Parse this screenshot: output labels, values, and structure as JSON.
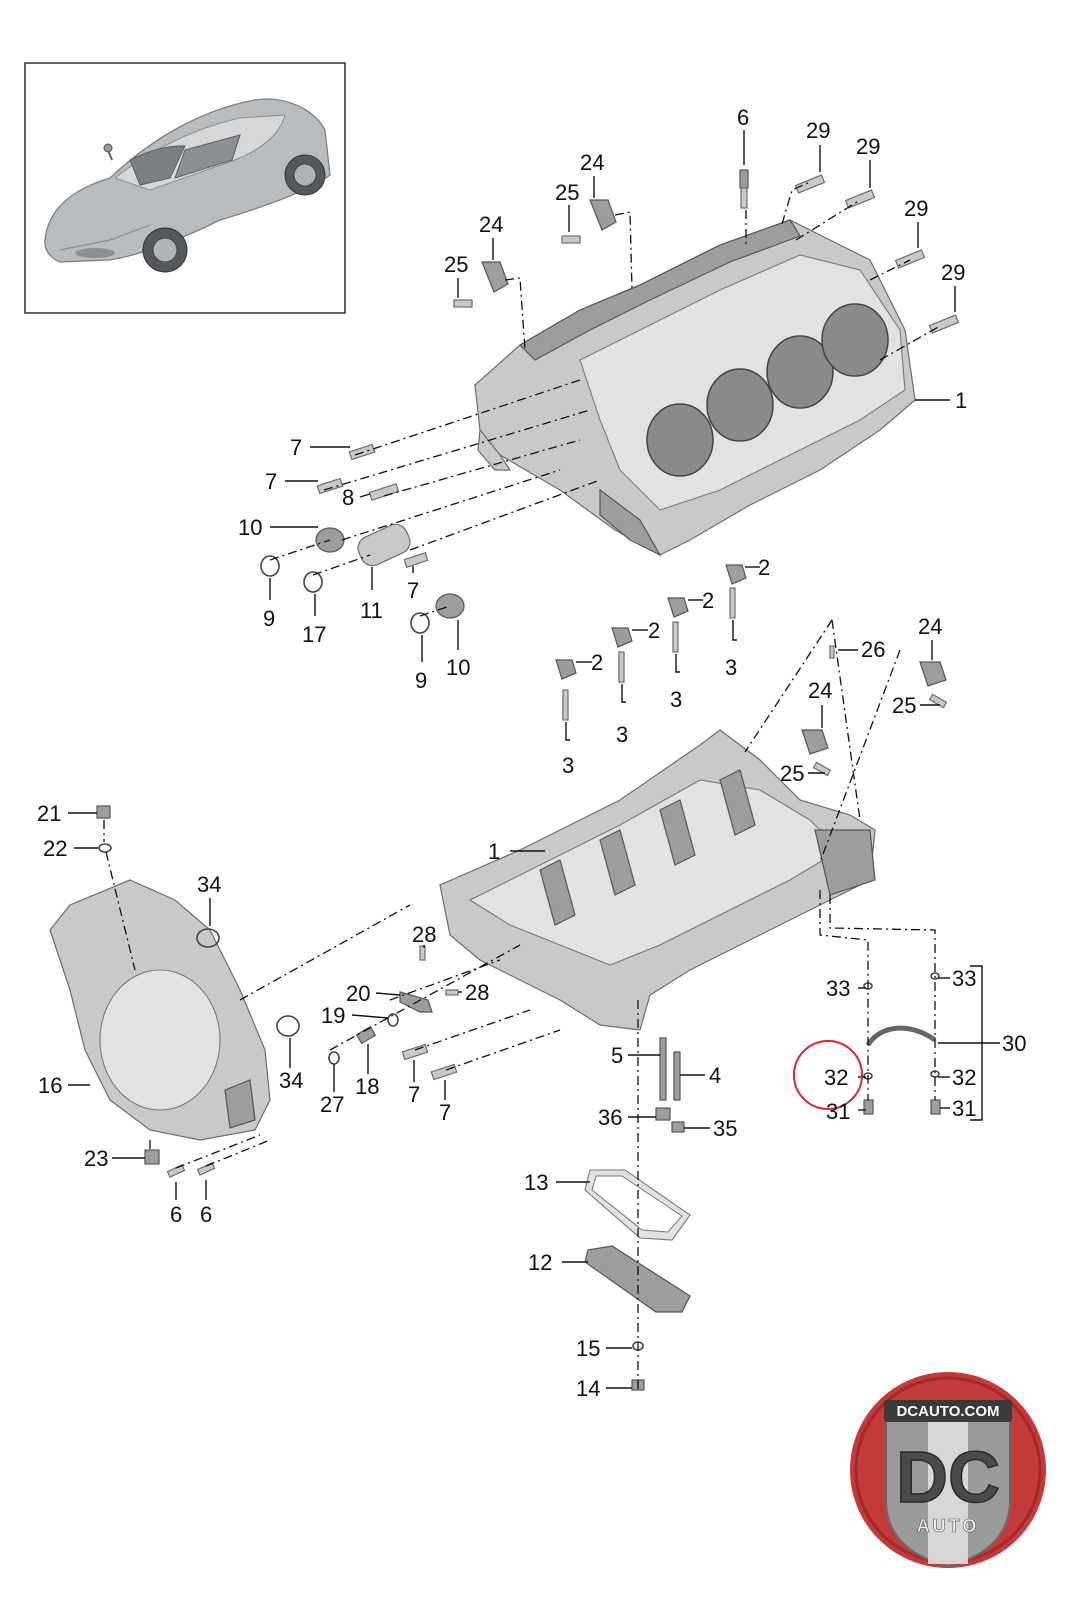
{
  "diagram": {
    "highlighted_callout": "32",
    "highlight_color": "#d9262c",
    "callouts": [
      {
        "id": "c-6-top",
        "label": "6"
      },
      {
        "id": "c-29-a",
        "label": "29"
      },
      {
        "id": "c-29-b",
        "label": "29"
      },
      {
        "id": "c-29-c",
        "label": "29"
      },
      {
        "id": "c-29-d",
        "label": "29"
      },
      {
        "id": "c-24-a",
        "label": "24"
      },
      {
        "id": "c-25-a",
        "label": "25"
      },
      {
        "id": "c-24-b",
        "label": "24"
      },
      {
        "id": "c-25-b",
        "label": "25"
      },
      {
        "id": "c-1-top",
        "label": "1"
      },
      {
        "id": "c-7-a",
        "label": "7"
      },
      {
        "id": "c-7-b",
        "label": "7"
      },
      {
        "id": "c-8",
        "label": "8"
      },
      {
        "id": "c-10-a",
        "label": "10"
      },
      {
        "id": "c-9-a",
        "label": "9"
      },
      {
        "id": "c-17",
        "label": "17"
      },
      {
        "id": "c-11",
        "label": "11"
      },
      {
        "id": "c-7-c",
        "label": "7"
      },
      {
        "id": "c-9-b",
        "label": "9"
      },
      {
        "id": "c-10-b",
        "label": "10"
      },
      {
        "id": "c-2-a",
        "label": "2"
      },
      {
        "id": "c-2-b",
        "label": "2"
      },
      {
        "id": "c-2-c",
        "label": "2"
      },
      {
        "id": "c-2-d",
        "label": "2"
      },
      {
        "id": "c-3-a",
        "label": "3"
      },
      {
        "id": "c-3-b",
        "label": "3"
      },
      {
        "id": "c-3-c",
        "label": "3"
      },
      {
        "id": "c-3-d",
        "label": "3"
      },
      {
        "id": "c-26",
        "label": "26"
      },
      {
        "id": "c-24-c",
        "label": "24"
      },
      {
        "id": "c-25-c",
        "label": "25"
      },
      {
        "id": "c-24-d",
        "label": "24"
      },
      {
        "id": "c-25-d",
        "label": "25"
      },
      {
        "id": "c-21",
        "label": "21"
      },
      {
        "id": "c-22",
        "label": "22"
      },
      {
        "id": "c-34-a",
        "label": "34"
      },
      {
        "id": "c-1-bottom",
        "label": "1"
      },
      {
        "id": "c-28-a",
        "label": "28"
      },
      {
        "id": "c-20",
        "label": "20"
      },
      {
        "id": "c-28-b",
        "label": "28"
      },
      {
        "id": "c-19",
        "label": "19"
      },
      {
        "id": "c-34-b",
        "label": "34"
      },
      {
        "id": "c-16",
        "label": "16"
      },
      {
        "id": "c-27",
        "label": "27"
      },
      {
        "id": "c-18",
        "label": "18"
      },
      {
        "id": "c-7-d",
        "label": "7"
      },
      {
        "id": "c-7-e",
        "label": "7"
      },
      {
        "id": "c-5",
        "label": "5"
      },
      {
        "id": "c-4",
        "label": "4"
      },
      {
        "id": "c-36",
        "label": "36"
      },
      {
        "id": "c-35",
        "label": "35"
      },
      {
        "id": "c-33-a",
        "label": "33"
      },
      {
        "id": "c-33-b",
        "label": "33"
      },
      {
        "id": "c-30",
        "label": "30"
      },
      {
        "id": "c-32-a",
        "label": "32"
      },
      {
        "id": "c-32-b",
        "label": "32"
      },
      {
        "id": "c-31-a",
        "label": "31"
      },
      {
        "id": "c-31-b",
        "label": "31"
      },
      {
        "id": "c-23",
        "label": "23"
      },
      {
        "id": "c-6-a",
        "label": "6"
      },
      {
        "id": "c-6-b",
        "label": "6"
      },
      {
        "id": "c-13",
        "label": "13"
      },
      {
        "id": "c-12",
        "label": "12"
      },
      {
        "id": "c-15",
        "label": "15"
      },
      {
        "id": "c-14",
        "label": "14"
      }
    ]
  },
  "logo": {
    "url_text": "DCAUTO.COM",
    "initials": "DC",
    "word": "AUTO",
    "badge_color": "#c43a3a",
    "shield_color": "#9a9a9a",
    "stripe_color": "#e2e2e2"
  }
}
